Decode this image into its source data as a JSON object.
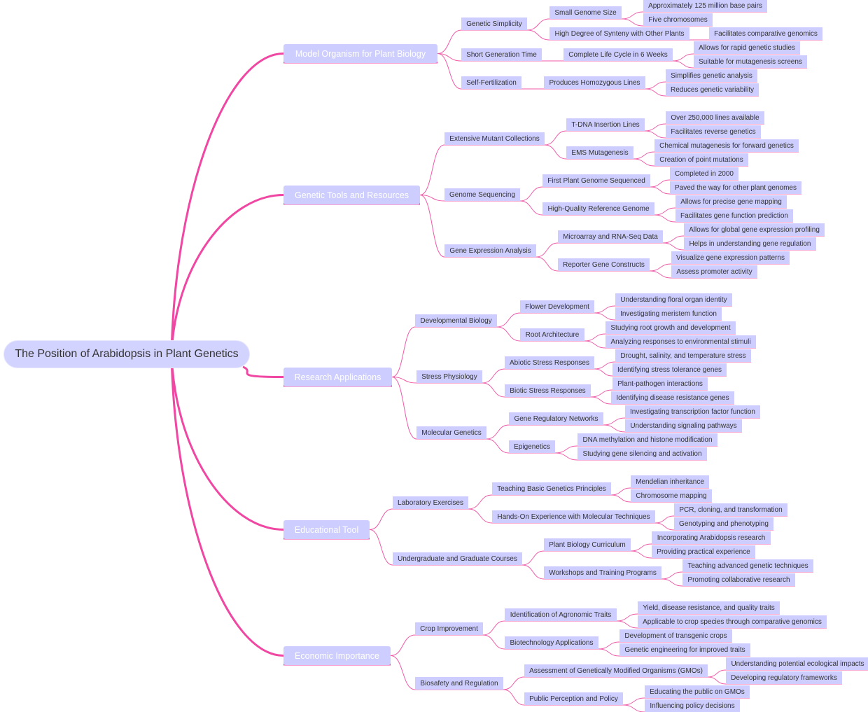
{
  "root": "The Position of Arabidopsis in Plant Genetics",
  "branches": [
    {
      "label": "Model Organism for Plant Biology",
      "children": [
        {
          "label": "Genetic Simplicity",
          "children": [
            {
              "label": "Small Genome Size",
              "children": [
                "Approximately 125 million base pairs",
                "Five chromosomes"
              ]
            },
            {
              "label": "High Degree of Synteny with Other Plants",
              "children": [
                "Facilitates comparative genomics"
              ]
            }
          ]
        },
        {
          "label": "Short Generation Time",
          "children": [
            {
              "label": "Complete Life Cycle in 6 Weeks",
              "children": [
                "Allows for rapid genetic studies",
                "Suitable for mutagenesis screens"
              ]
            }
          ]
        },
        {
          "label": "Self-Fertilization",
          "children": [
            {
              "label": "Produces Homozygous Lines",
              "children": [
                "Simplifies genetic analysis",
                "Reduces genetic variability"
              ]
            }
          ]
        }
      ]
    },
    {
      "label": "Genetic Tools and Resources",
      "children": [
        {
          "label": "Extensive Mutant Collections",
          "children": [
            {
              "label": "T-DNA Insertion Lines",
              "children": [
                "Over 250,000 lines available",
                "Facilitates reverse genetics"
              ]
            },
            {
              "label": "EMS Mutagenesis",
              "children": [
                "Chemical mutagenesis for forward genetics",
                "Creation of point mutations"
              ]
            }
          ]
        },
        {
          "label": "Genome Sequencing",
          "children": [
            {
              "label": "First Plant Genome Sequenced",
              "children": [
                "Completed in 2000",
                "Paved the way for other plant genomes"
              ]
            },
            {
              "label": "High-Quality Reference Genome",
              "children": [
                "Allows for precise gene mapping",
                "Facilitates gene function prediction"
              ]
            }
          ]
        },
        {
          "label": "Gene Expression Analysis",
          "children": [
            {
              "label": "Microarray and RNA-Seq Data",
              "children": [
                "Allows for global gene expression profiling",
                "Helps in understanding gene regulation"
              ]
            },
            {
              "label": "Reporter Gene Constructs",
              "children": [
                "Visualize gene expression patterns",
                "Assess promoter activity"
              ]
            }
          ]
        }
      ]
    },
    {
      "label": "Research Applications",
      "children": [
        {
          "label": "Developmental Biology",
          "children": [
            {
              "label": "Flower Development",
              "children": [
                "Understanding floral organ identity",
                "Investigating meristem function"
              ]
            },
            {
              "label": "Root Architecture",
              "children": [
                "Studying root growth and development",
                "Analyzing responses to environmental stimuli"
              ]
            }
          ]
        },
        {
          "label": "Stress Physiology",
          "children": [
            {
              "label": "Abiotic Stress Responses",
              "children": [
                "Drought, salinity, and temperature stress",
                "Identifying stress tolerance genes"
              ]
            },
            {
              "label": "Biotic Stress Responses",
              "children": [
                "Plant-pathogen interactions",
                "Identifying disease resistance genes"
              ]
            }
          ]
        },
        {
          "label": "Molecular Genetics",
          "children": [
            {
              "label": "Gene Regulatory Networks",
              "children": [
                "Investigating transcription factor function",
                "Understanding signaling pathways"
              ]
            },
            {
              "label": "Epigenetics",
              "children": [
                "DNA methylation and histone modification",
                "Studying gene silencing and activation"
              ]
            }
          ]
        }
      ]
    },
    {
      "label": "Educational Tool",
      "children": [
        {
          "label": "Laboratory Exercises",
          "children": [
            {
              "label": "Teaching Basic Genetics Principles",
              "children": [
                "Mendelian inheritance",
                "Chromosome mapping"
              ]
            },
            {
              "label": "Hands-On Experience with Molecular Techniques",
              "children": [
                "PCR, cloning, and transformation",
                "Genotyping and phenotyping"
              ]
            }
          ]
        },
        {
          "label": "Undergraduate and Graduate Courses",
          "children": [
            {
              "label": "Plant Biology Curriculum",
              "children": [
                "Incorporating Arabidopsis research",
                "Providing practical experience"
              ]
            },
            {
              "label": "Workshops and Training Programs",
              "children": [
                "Teaching advanced genetic techniques",
                "Promoting collaborative research"
              ]
            }
          ]
        }
      ]
    },
    {
      "label": "Economic Importance",
      "children": [
        {
          "label": "Crop Improvement",
          "children": [
            {
              "label": "Identification of Agronomic Traits",
              "children": [
                "Yield, disease resistance, and quality traits",
                "Applicable to crop species through comparative genomics"
              ]
            },
            {
              "label": "Biotechnology Applications",
              "children": [
                "Development of transgenic crops",
                "Genetic engineering for improved traits"
              ]
            }
          ]
        },
        {
          "label": "Biosafety and Regulation",
          "children": [
            {
              "label": "Assessment of Genetically Modified Organisms (GMOs)",
              "children": [
                "Understanding potential ecological impacts",
                "Developing regulatory frameworks"
              ]
            },
            {
              "label": "Public Perception and Policy",
              "children": [
                "Educating the public on GMOs",
                "Influencing policy decisions"
              ]
            }
          ]
        }
      ]
    }
  ]
}
